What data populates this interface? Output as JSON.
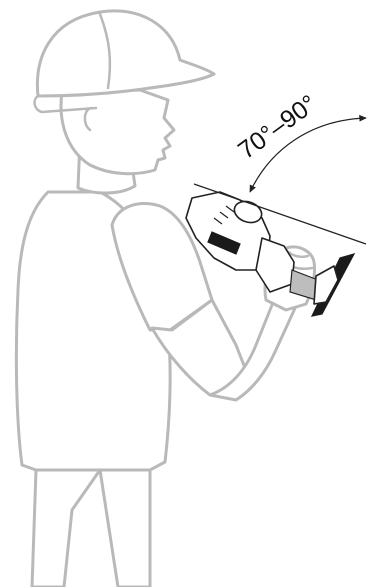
{
  "figure": {
    "angle_label": "70°–90°",
    "colors": {
      "figure_outline": "#b9b9b9",
      "tool_outline": "#222222",
      "tool_dark": "#1a1a1a",
      "background": "#ffffff"
    },
    "icons": [
      "worker-figure",
      "hard-hat",
      "angle-grinder",
      "angle-arc-arrow"
    ]
  }
}
